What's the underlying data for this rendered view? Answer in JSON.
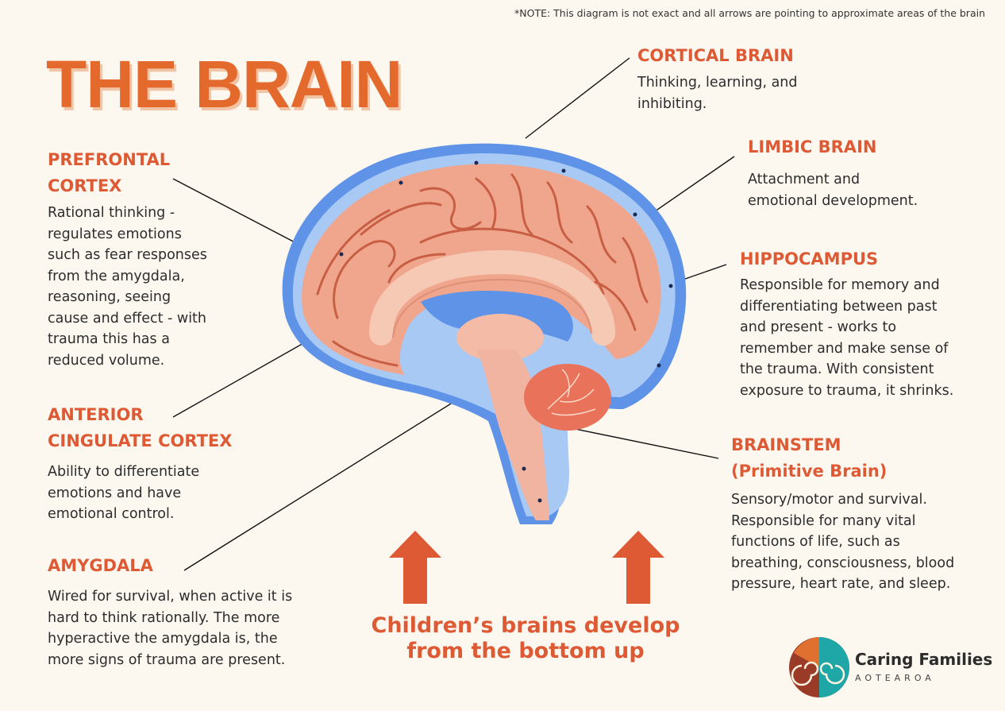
{
  "note": "*NOTE: This diagram is not exact and all arrows are pointing to approximate areas of the brain",
  "title": "THE BRAIN",
  "labels": {
    "prefrontal": {
      "heading_line1": "PREFRONTAL",
      "heading_line2": "CORTEX",
      "lines": [
        "Rational thinking -",
        "regulates emotions",
        "such as fear responses",
        "from the amygdala,",
        "reasoning, seeing",
        "cause and effect - with",
        "trauma this has a",
        "reduced volume."
      ]
    },
    "anterior_cingulate": {
      "heading_line1": "ANTERIOR",
      "heading_line2": "CINGULATE CORTEX",
      "lines": [
        "Ability to differentiate",
        "emotions and have",
        "emotional control."
      ]
    },
    "amygdala": {
      "heading": "AMYGDALA",
      "lines": [
        "Wired for survival, when active it is",
        "hard to think rationally. The more",
        "hyperactive the amygdala is, the",
        "more signs of trauma are present."
      ]
    },
    "cortical": {
      "heading": "CORTICAL BRAIN",
      "lines": [
        "Thinking, learning, and",
        "inhibiting."
      ]
    },
    "limbic": {
      "heading": "LIMBIC BRAIN",
      "lines": [
        "Attachment and",
        "emotional development."
      ]
    },
    "hippocampus": {
      "heading": "HIPPOCAMPUS",
      "lines": [
        "Responsible for memory and",
        "differentiating between past",
        "and present - works to",
        "remember and make sense of",
        "the trauma. With consistent",
        "exposure to trauma, it shrinks."
      ]
    },
    "brainstem": {
      "heading_line1": "BRAINSTEM",
      "heading_line2": "(Primitive Brain)",
      "lines": [
        "Sensory/motor and survival.",
        "Responsible for many vital",
        "functions of life, such as",
        "breathing, consciousness, blood",
        "pressure, heart rate, and sleep."
      ]
    }
  },
  "tagline": {
    "line1": "Children’s brains develop",
    "line2": "from the bottom up"
  },
  "logo": {
    "name": "Caring Families",
    "subtitle": "AOTEAROA"
  },
  "colors": {
    "accent": "#de5a35",
    "title": "#e36a2c",
    "brain_blue": "#5f93e8",
    "brain_tissue": "#f0a68c",
    "background": "#fdf8ef"
  }
}
